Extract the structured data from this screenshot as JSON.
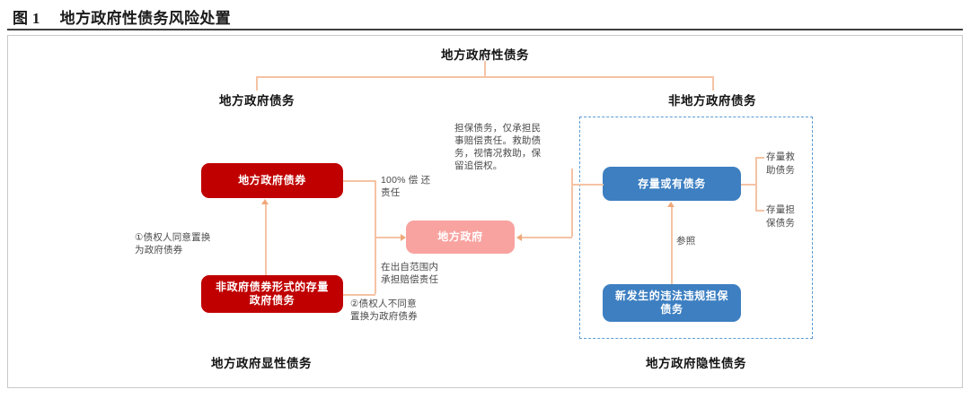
{
  "caption": {
    "number": "图 1",
    "title": "地方政府性债务风险处置"
  },
  "diagram": {
    "root_label": "地方政府性债务",
    "branch_left_label": "地方政府债务",
    "branch_right_label": "非地方政府债务",
    "footer_left_label": "地方政府显性债务",
    "footer_right_label": "地方政府隐性债务",
    "nodes": {
      "local_gov_bond": "地方政府债券",
      "non_bond_stock_debt": "非政府债券形式的存量\n政府债务",
      "local_government": "地方政府",
      "stock_contingent_debt": "存量或有债务",
      "new_illegal_guarantee_debt": "新发生的违法违规担保\n债务"
    },
    "annotations": {
      "full_repayment": "100% 偿 还\n责任",
      "creditor_agrees": "①债权人同意置换\n为政府债券",
      "within_scope_liability": "在出自范围内\n承担赔偿责任",
      "creditor_disagrees": "②债权人不同意\n置换为政府债券",
      "guarantee_rescue_note": "担保债务，仅承担民\n事赔偿责任。救助债\n务，视情况救助，保\n留追偿权。",
      "refer_to": "参照"
    },
    "leaf_labels": {
      "stock_rescue_debt": "存量救\n助债务",
      "stock_guarantee_debt": "存量担\n保债务"
    },
    "colors": {
      "red_node": "#c00000",
      "pink_node": "#f8a3a0",
      "blue_node": "#3d7fc1",
      "connector": "#f4c3a4",
      "dashed_group": "#5b9bd5",
      "frame": "#c9c9c9"
    }
  }
}
